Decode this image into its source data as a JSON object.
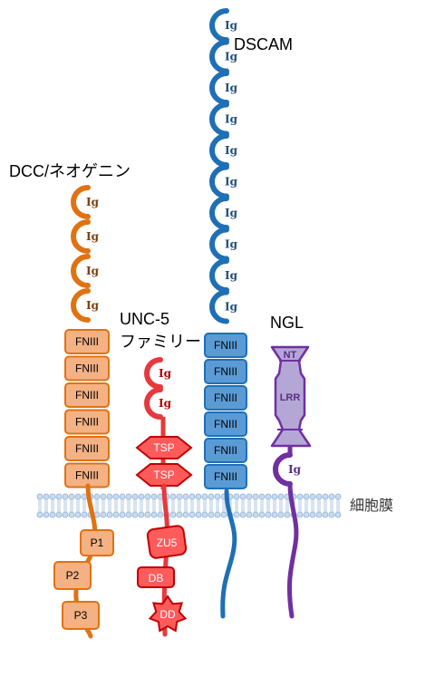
{
  "labels": {
    "dscam": "DSCAM",
    "dcc": "DCC/ネオゲニン",
    "unc5_line1": "UNC-5",
    "unc5_line2": "ファミリー",
    "ngl": "NGL",
    "membrane": "細胞膜"
  },
  "domains": {
    "ig": "Ig",
    "fniii": "FNIII",
    "tsp": "TSP",
    "zu5": "ZU5",
    "db": "DB",
    "dd": "DD",
    "nt": "NT",
    "lrr": "LRR",
    "p1": "P1",
    "p2": "P2",
    "p3": "P3"
  },
  "counts": {
    "dscam_ig": 10,
    "dscam_fniii": 6,
    "dcc_ig": 4,
    "dcc_fniii": 6,
    "unc5_ig": 2,
    "unc5_tsp": 2,
    "ngl_ig": 1
  },
  "colors": {
    "dscam": "#1f6fb5",
    "dscam_fill": "#5b9bd5",
    "dcc": "#e07212",
    "dcc_fill": "#f4b183",
    "unc5": "#e8383d",
    "unc5_fill": "#ff5b5b",
    "ngl": "#7030a0",
    "ngl_fill": "#b4a7d6",
    "membrane": "#9dc3e6"
  }
}
